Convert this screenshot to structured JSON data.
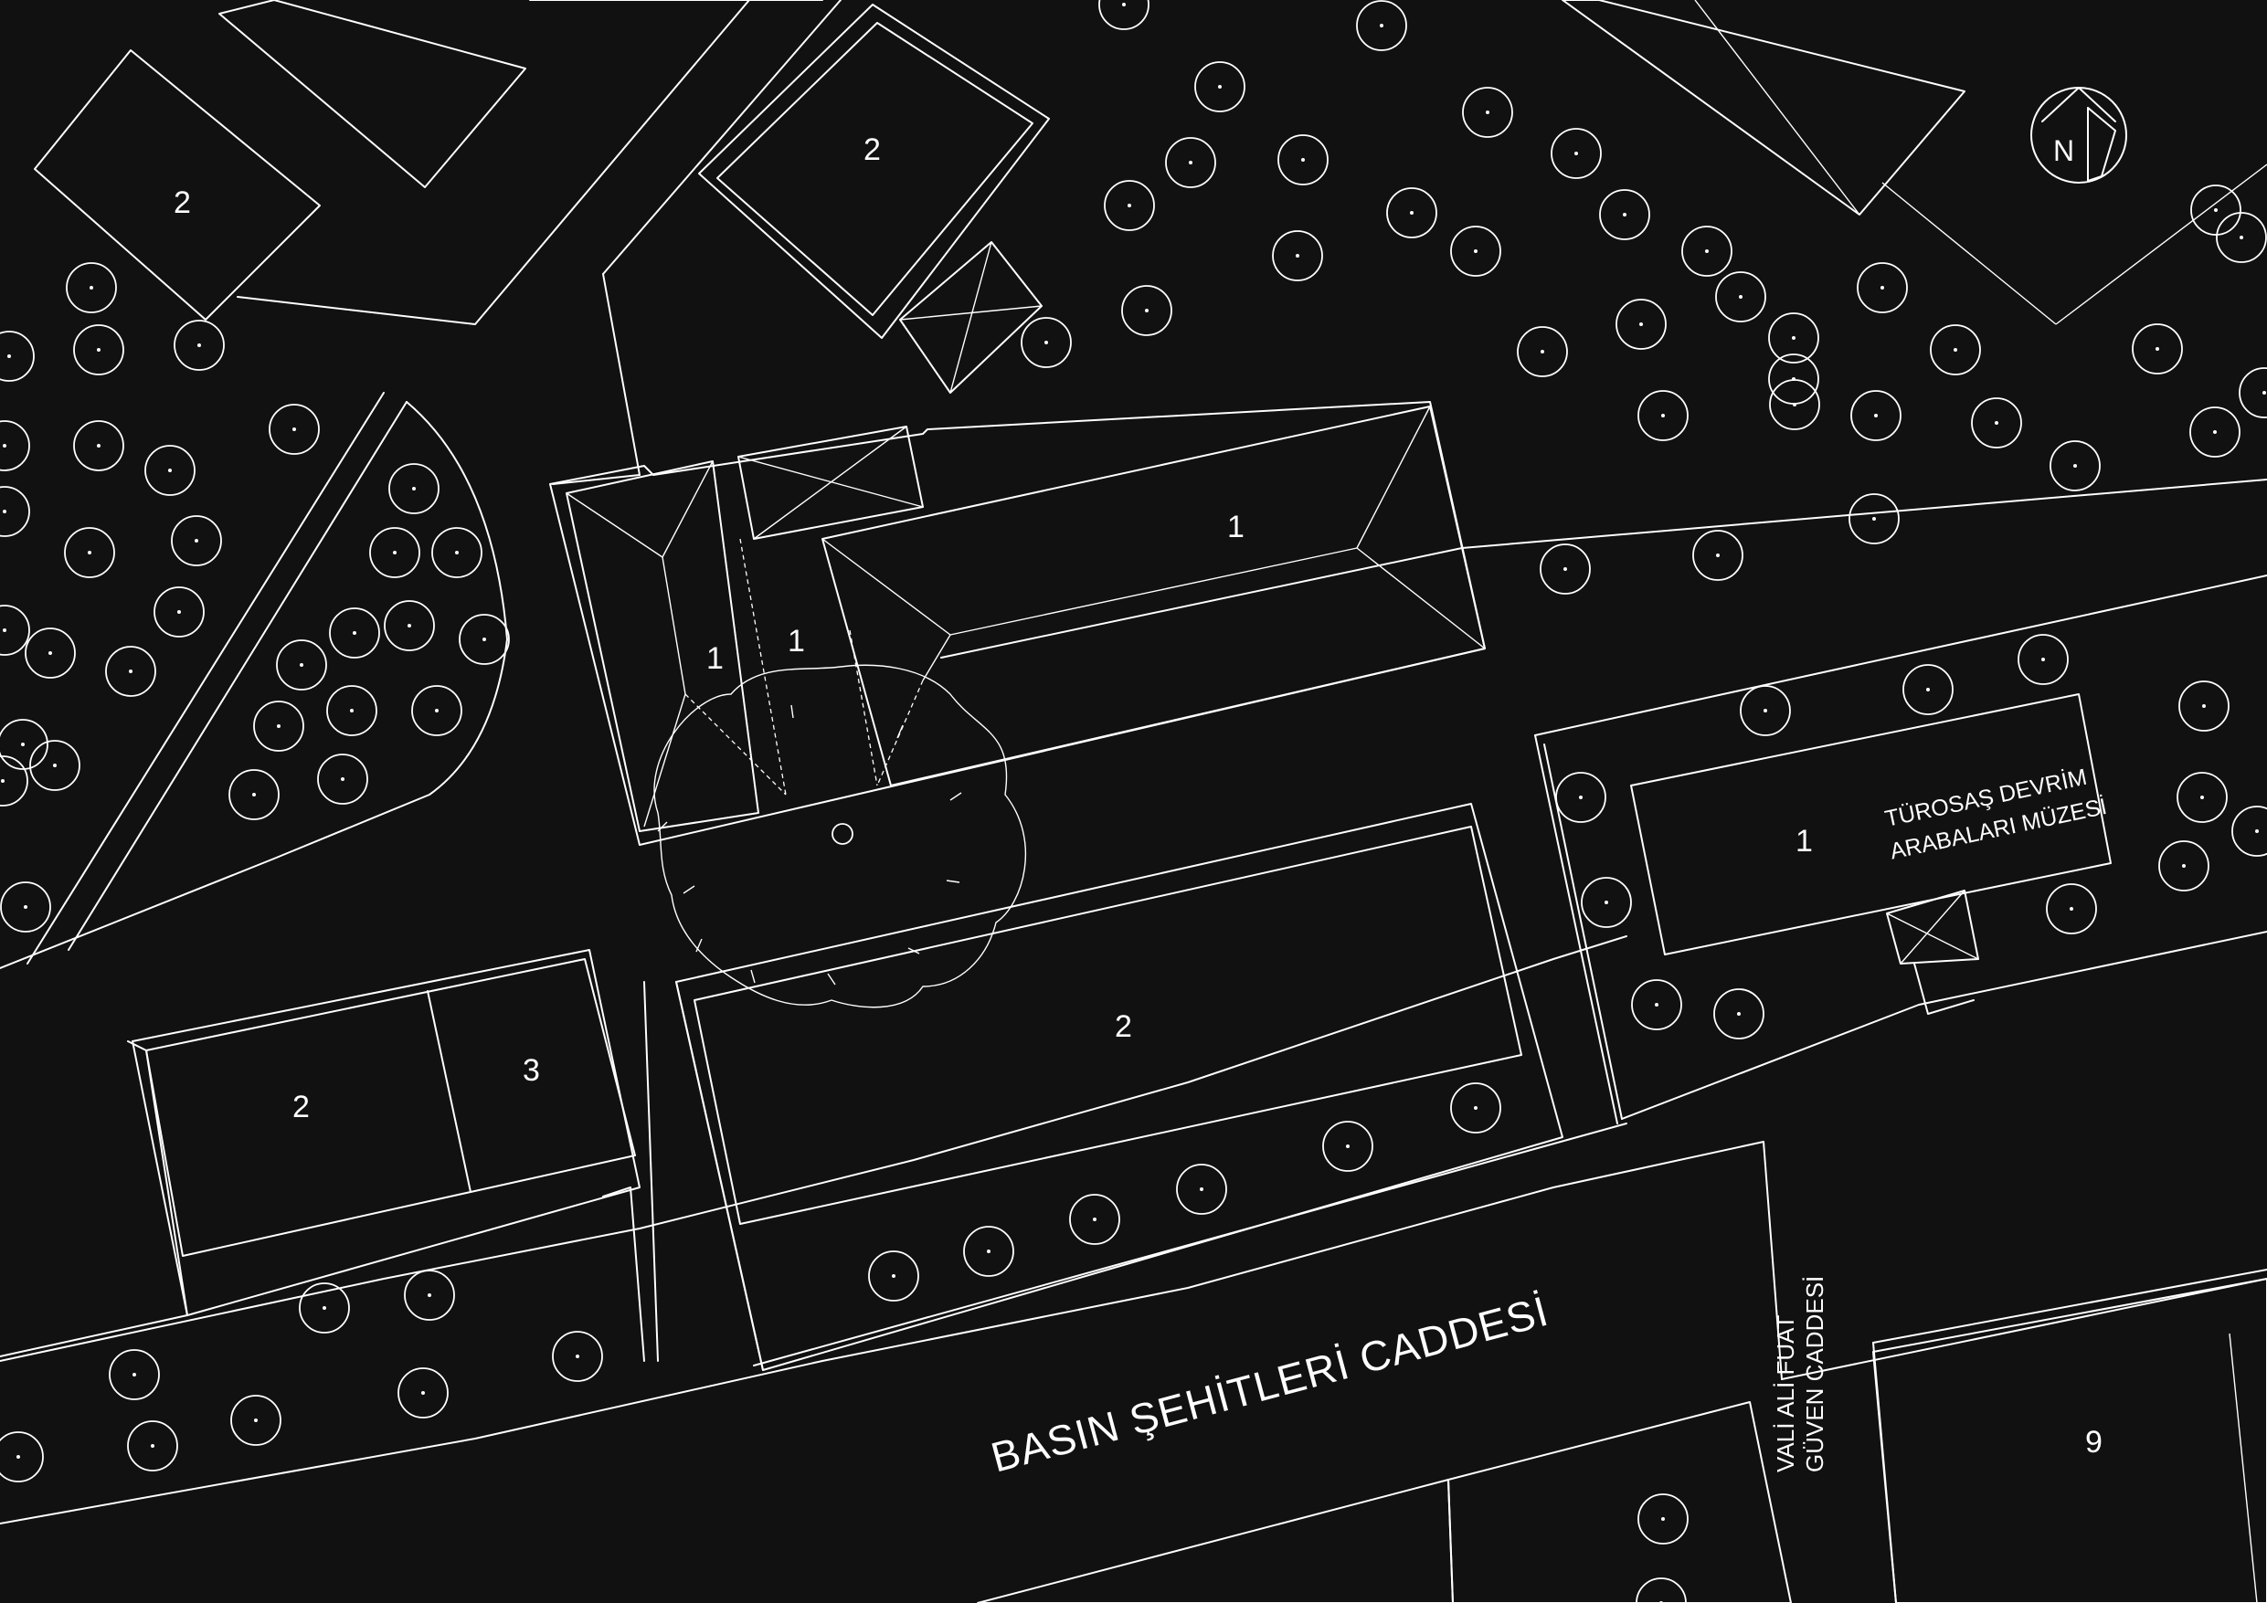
{
  "map": {
    "streets": {
      "main": "BASIN ŞEHİTLERİ CADDESİ",
      "side_line1": "VALİ ALİ FUAT",
      "side_line2": "GÜVEN CADDESİ"
    },
    "museum": {
      "line1": "TÜROSAŞ DEVRİM",
      "line2": "ARABALARI MÜZESİ"
    },
    "north_label": "N",
    "building_labels": {
      "nw_top": "2",
      "n_center": "2",
      "main_long": "1",
      "main_left_a": "1",
      "main_left_b": "1",
      "museum_block": "1",
      "center_large": "2",
      "sw_left": "2",
      "sw_right": "3",
      "se_corner": "9"
    },
    "colors": {
      "background": "#111111",
      "lines": "#ffffff"
    }
  }
}
